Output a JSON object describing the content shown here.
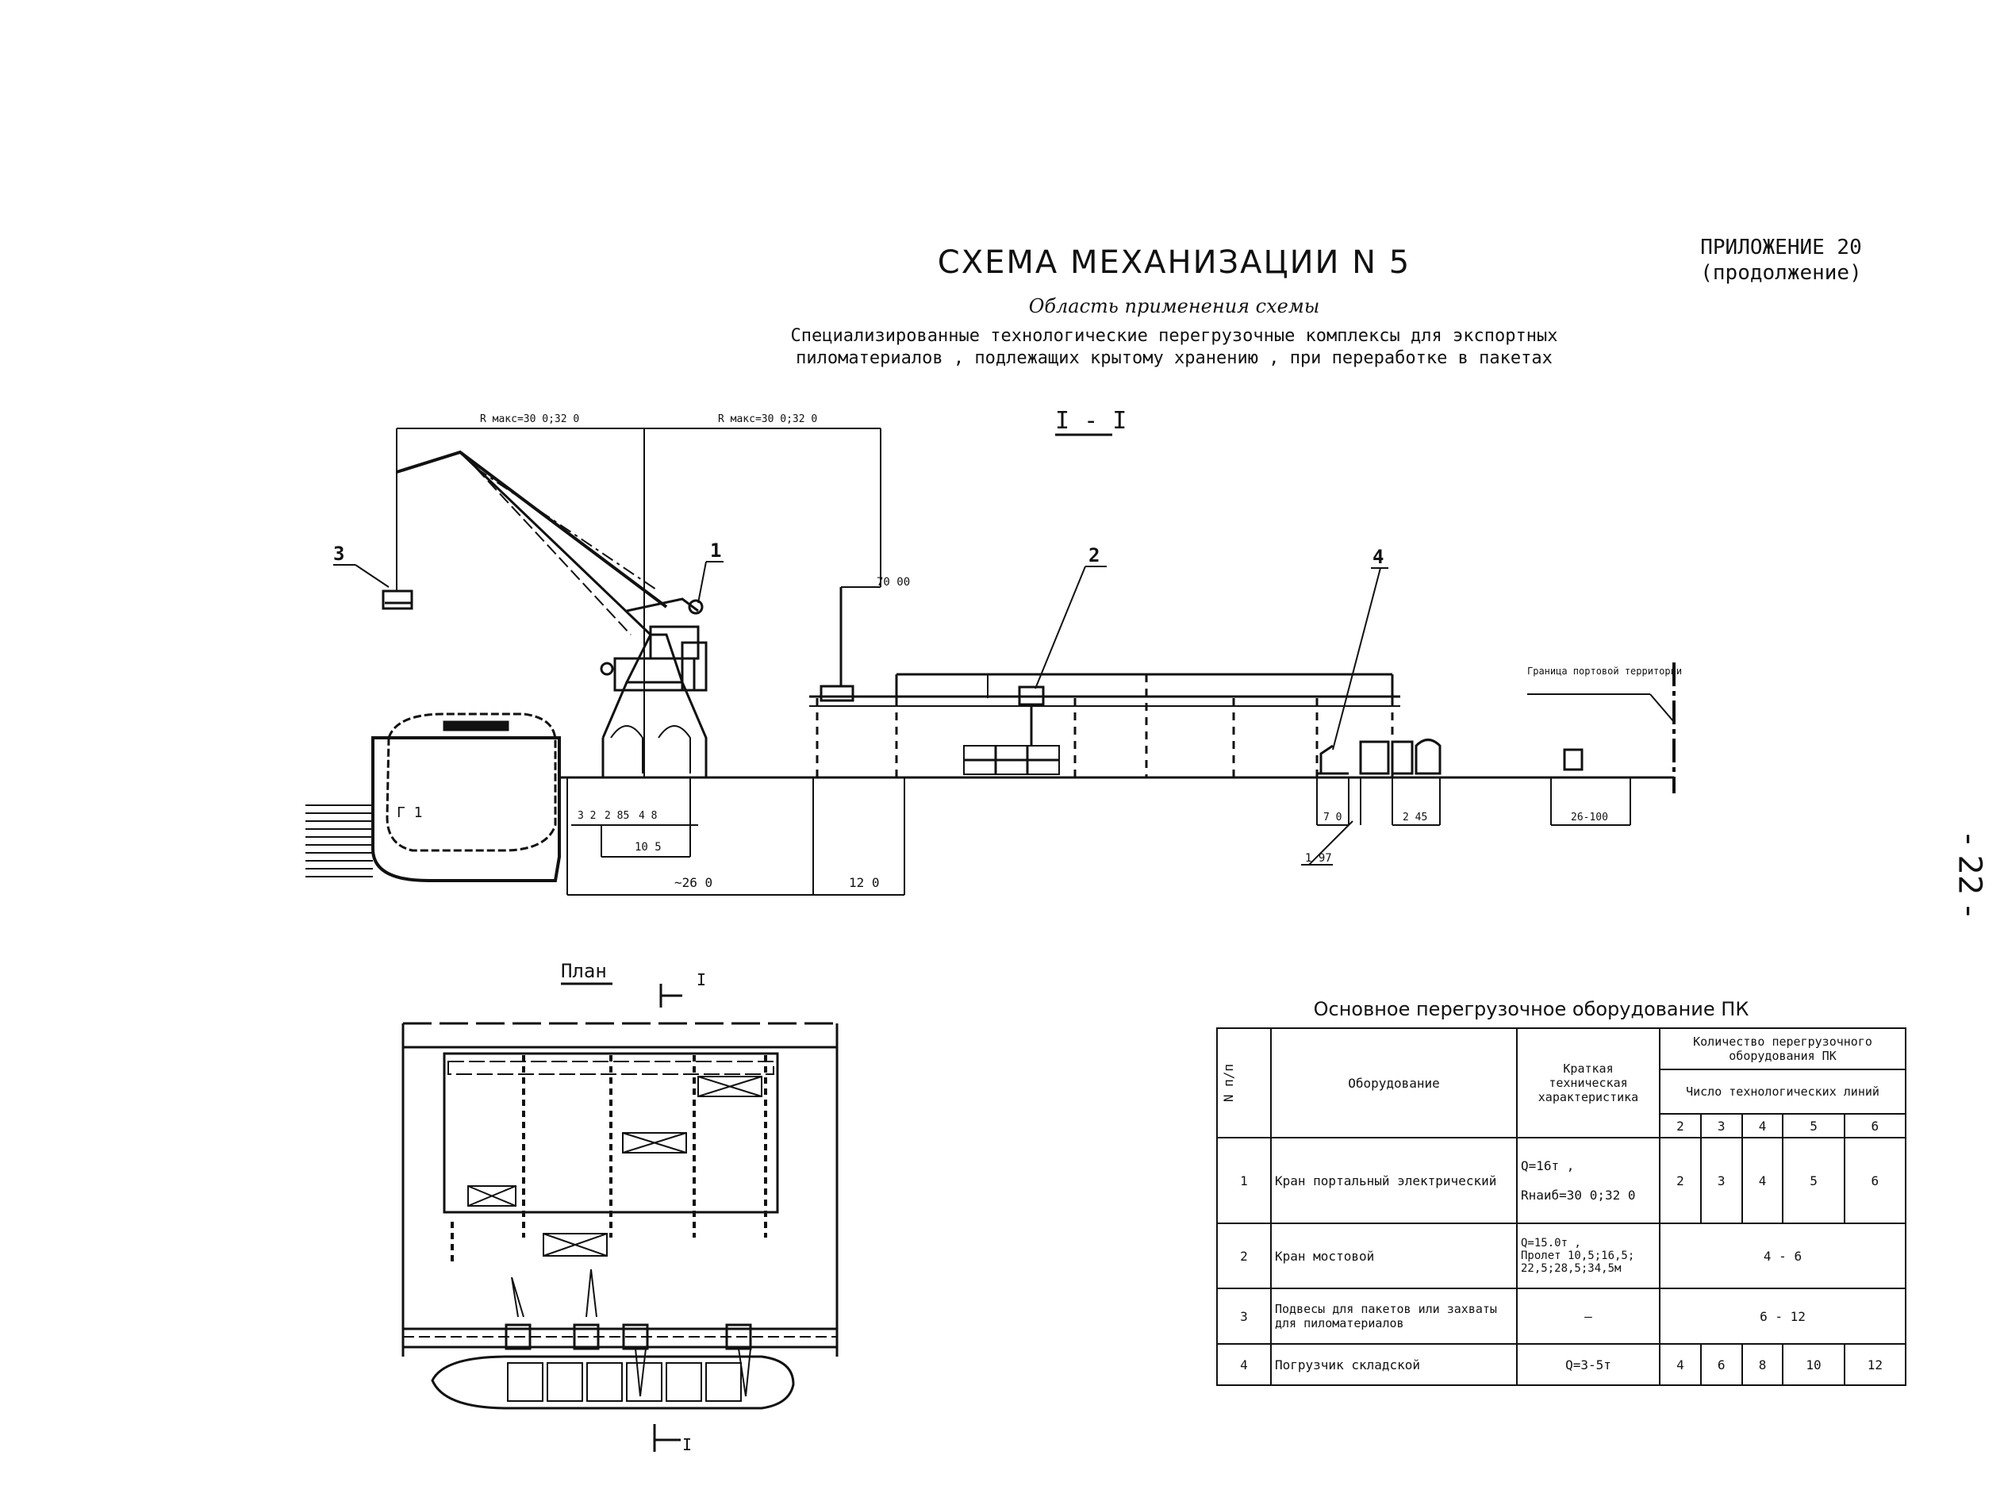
{
  "header": {
    "title": "СХЕМА МЕХАНИЗАЦИИ N 5",
    "appendix_line1": "ПРИЛОЖЕНИЕ 20",
    "appendix_line2": "(продолжение)",
    "subtitle": "Область применения схемы",
    "description_line1": "Специализированные технологические перегрузочные комплексы для экспортных",
    "description_line2": "пиломатериалов , подлежащих крытому хранению , при переработке в пакетах",
    "page_number": "- 22 -"
  },
  "section_view": {
    "label": "I - I",
    "callouts": [
      "1",
      "2",
      "3",
      "4"
    ],
    "radius_left": "R макс=30 0;32 0",
    "radius_right": "R макс=30 0;32 0",
    "rail_height": "70 00",
    "port_boundary": "Граница портовой территории",
    "dims": {
      "d1": "3 2",
      "d2": "2 85",
      "d3": "4 8",
      "d4": "10 5",
      "d5": "~26 0",
      "d6": "12 0",
      "d7": "7 0",
      "d8": "2 45",
      "d9": "1 97",
      "d10": "26-100"
    }
  },
  "plan_view": {
    "label": "План",
    "section_mark_top": "I",
    "section_mark_bottom": "I"
  },
  "table": {
    "caption": "Основное перегрузочное оборудование   ПК",
    "headers": {
      "num": "N п/п",
      "equipment": "Оборудование",
      "spec": "Краткая техническая характеристика",
      "qty": "Количество перегрузочного оборудования ПК",
      "lines": "Число технологических линий",
      "line_counts": [
        "2",
        "3",
        "4",
        "5",
        "6"
      ]
    },
    "rows": [
      {
        "num": "1",
        "name": "Кран портальный электрический",
        "spec1": "Q=16т ,",
        "spec2": "Rнаиб=30 0;32 0",
        "values": [
          "2",
          "3",
          "4",
          "5",
          "6"
        ]
      },
      {
        "num": "2",
        "name": "Кран мостовой",
        "spec1": "Q=15.0т ,",
        "spec2": "Пролет 10,5;16,5; 22,5;28,5;34,5м",
        "merged": "4 - 6"
      },
      {
        "num": "3",
        "name": "Подвесы для пакетов или захваты для пиломатериалов",
        "spec1": "—",
        "spec2": "",
        "merged": "6 - 12"
      },
      {
        "num": "4",
        "name": "Погрузчик складской",
        "spec1": "Q=3-5т",
        "spec2": "",
        "values": [
          "4",
          "6",
          "8",
          "10",
          "12"
        ]
      }
    ]
  }
}
